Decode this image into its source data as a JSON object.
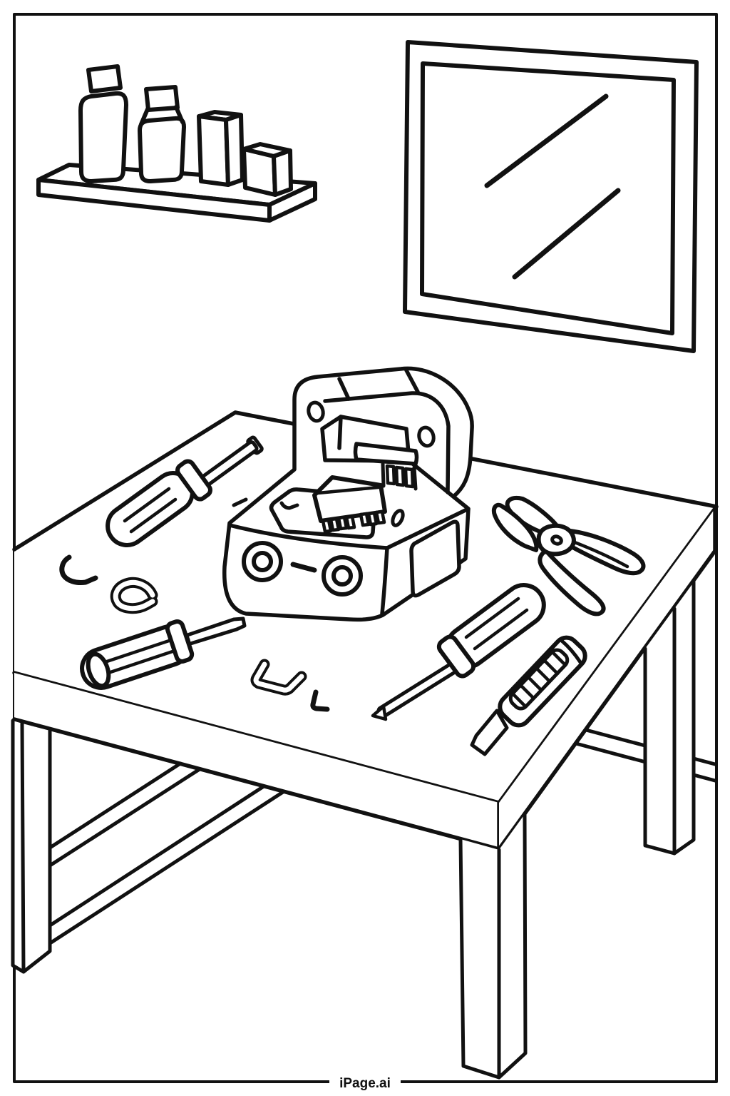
{
  "page": {
    "background": "#ffffff",
    "line_color": "#111111",
    "border_color": "#111111"
  },
  "footer": {
    "watermark": "iPage.ai"
  },
  "scene": {
    "description": "Black-and-white coloring page of a workshop: a table with tools and a toy machine, a wall shelf with bottles and boxes, and a window",
    "objects": [
      "wall shelf with large bottle, small bottle, tall box and cube box",
      "window with two glass streaks",
      "workbench table with four legs, two diagonal braces and a side stretcher",
      "toy machine with carry handle, chip tray, two round knobs and side panel",
      "screwdriver upper left",
      "screwdriver center",
      "screwdriver lower left",
      "pliers",
      "utility knife",
      "four small wire clips"
    ]
  }
}
